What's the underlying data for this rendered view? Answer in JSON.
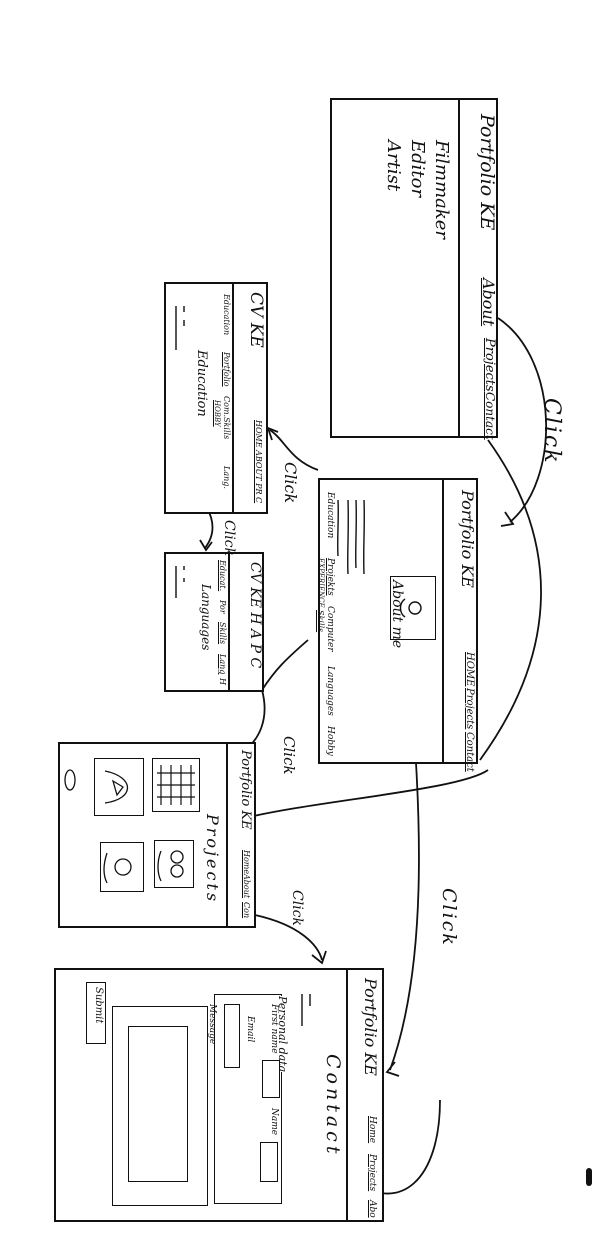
{
  "screen1": {
    "brand": "Portfolio KE",
    "nav": [
      "About",
      "Projects",
      "Contact"
    ],
    "taglines": [
      "Filmmaker",
      "Editor",
      "Artist"
    ]
  },
  "screen2": {
    "brand": "Portfolio KE",
    "nav": [
      "HOME",
      "Projects",
      "Contact"
    ],
    "title": "About me",
    "sections": [
      "Education",
      "Projekts",
      "EXPERIENCE",
      "Computer",
      "Skills",
      "Languages",
      "Hobby"
    ]
  },
  "screen3": {
    "brand": "CV KE",
    "nav": "HOME ABOUT PR C",
    "tabs": [
      "Education",
      "Portfolio",
      "Com.Skills",
      "Lang."
    ],
    "sub_tab": "HOBBY",
    "title": "Education"
  },
  "screen4": {
    "brand": "CV KE H A P C",
    "tabs": [
      "Educat.",
      "Por",
      "Skills",
      "Lang",
      "H"
    ],
    "title": "Languages"
  },
  "screen5": {
    "brand": "Portfolio KE",
    "nav": [
      "Home",
      "About",
      "Con"
    ],
    "title": "Projects"
  },
  "screen6": {
    "brand": "Portfolio KE",
    "nav": [
      "Home",
      "Projects",
      "Abo"
    ],
    "title": "Contact",
    "fieldset": "Personal data",
    "first_name": "First name",
    "name": "Name",
    "email": "Email",
    "message": "Message",
    "submit": "Submit"
  },
  "flow_labels": [
    "Click",
    "Click",
    "Click",
    "Click",
    "Click",
    "Click"
  ],
  "colors": {
    "ink": "#111111",
    "paper": "#ffffff"
  }
}
